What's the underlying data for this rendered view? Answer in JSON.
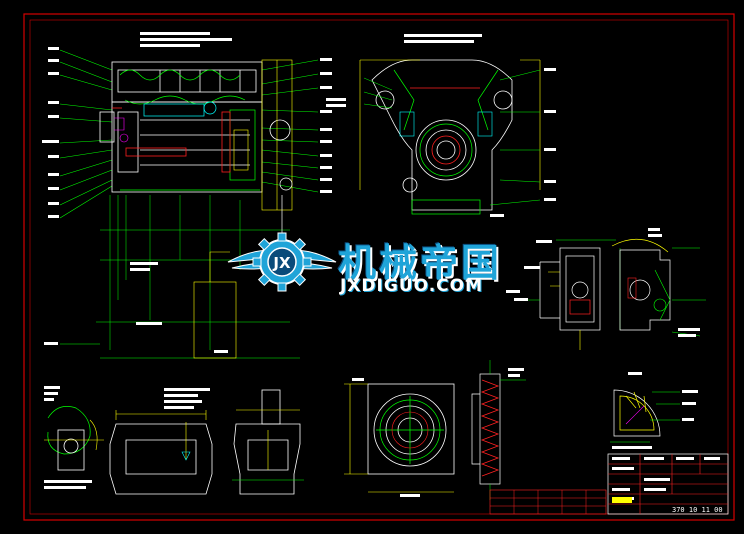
{
  "watermark": {
    "logo_letters": "JX",
    "title": "机械帝国",
    "url": "JXDIGUO.COM"
  },
  "drawing": {
    "background_color": "#000000",
    "frame_color": "#d40000",
    "line_colors": {
      "primary": "#ffffff",
      "secondary": "#00ff00",
      "highlight": "#ffff00",
      "accent": "#ff2020",
      "cyan": "#00ffff",
      "magenta": "#ff00ff"
    }
  },
  "title_block": {
    "drawing_number": "370 10 11 00"
  }
}
